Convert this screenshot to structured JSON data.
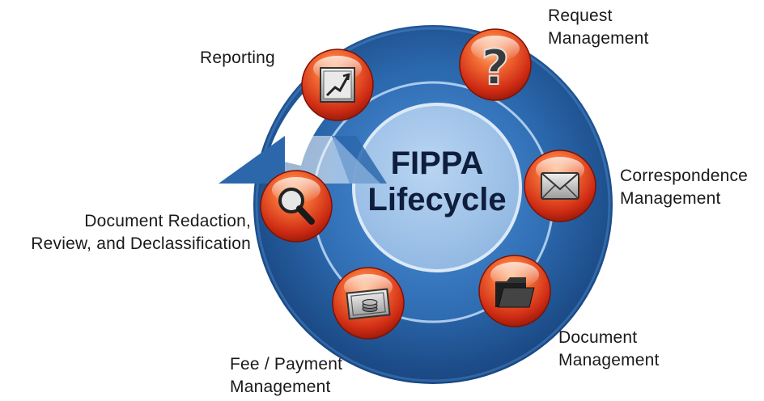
{
  "center": {
    "line1": "FIPPA",
    "line2": "Lifecycle"
  },
  "stages": {
    "request": {
      "line1": "Request",
      "line2": "Management",
      "icon": "question-mark-icon"
    },
    "correspondence": {
      "line1": "Correspondence",
      "line2": "Management",
      "icon": "envelope-icon"
    },
    "document_mgmt": {
      "line1": "Document",
      "line2": "Management",
      "icon": "folder-icon"
    },
    "fee": {
      "line1": "Fee / Payment",
      "line2": "Management",
      "icon": "money-icon"
    },
    "redaction": {
      "line1": "Document Redaction,",
      "line2": "Review, and Declassification",
      "icon": "magnifier-icon"
    },
    "reporting": {
      "line1": "Reporting",
      "icon": "chart-icon"
    }
  },
  "colors": {
    "ring_outer": "#1f5aa0",
    "ring_mid": "#2f71b9",
    "center_fill": "#9dc1e8",
    "button_red": "#d8361c",
    "button_orange": "#f07845",
    "label_text": "#1a1a1a"
  }
}
